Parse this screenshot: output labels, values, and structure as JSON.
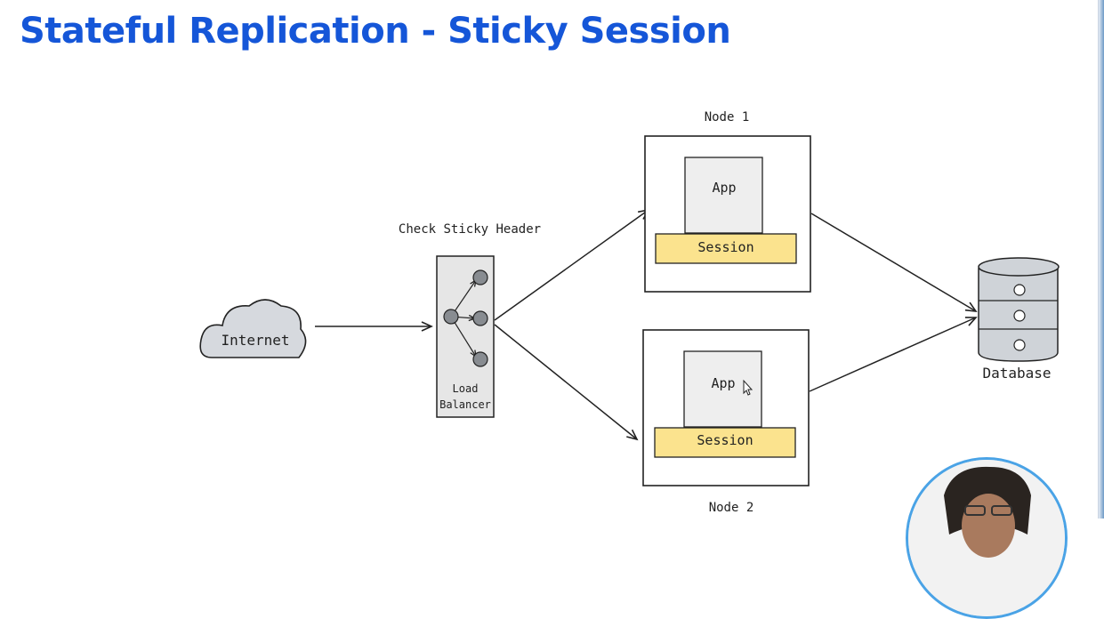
{
  "slide": {
    "title": "Stateful Replication - Sticky Session"
  },
  "diagram": {
    "internet_label": "Internet",
    "load_balancer_label_line1": "Load",
    "load_balancer_label_line2": "Balancer",
    "check_sticky_header_label": "Check Sticky Header",
    "node1": {
      "label": "Node 1",
      "app_label": "App",
      "session_label": "Session"
    },
    "node2": {
      "label": "Node 2",
      "app_label": "App",
      "session_label": "Session"
    },
    "database_label": "Database"
  },
  "colors": {
    "title": "#1556d8",
    "annotation": "#d9483b",
    "session_fill": "#fbe38e",
    "app_fill": "#eeeeee",
    "cloud_fill": "#d6d9de",
    "db_fill": "#cfd3d8",
    "lb_fill": "#e6e6e6"
  }
}
